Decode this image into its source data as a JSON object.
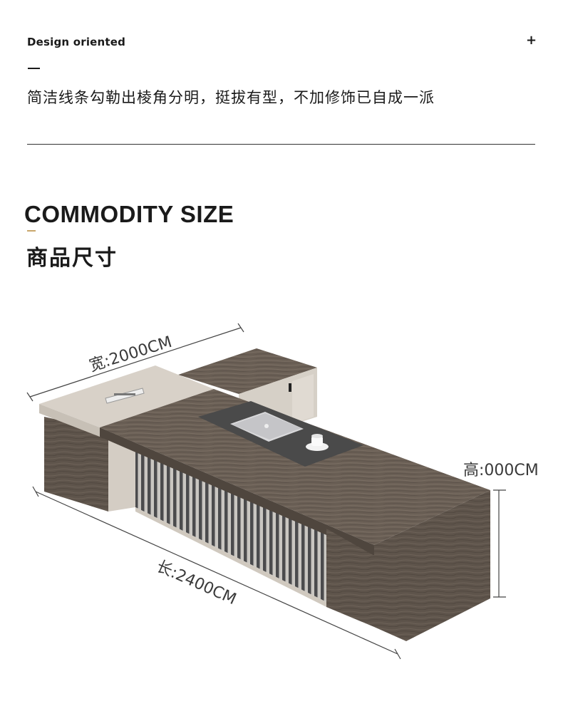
{
  "design": {
    "title": "Design oriented",
    "plus": "+",
    "description": "简洁线条勾勒出棱角分明，挺拔有型，不加修饰已自成一派"
  },
  "size_section": {
    "title": "COMMODITY SIZE",
    "subtitle": "商品尺寸"
  },
  "dimensions": {
    "width_label": "宽:2000CM",
    "height_label": "高:000CM",
    "length_label": "长:2400CM"
  },
  "colors": {
    "accent_gold": "#c9a66b",
    "wood_dark": "#5b5148",
    "wood_top": "#6b6057",
    "panel_grey": "#d8d1c8",
    "mat_dark": "#4a4a4a"
  },
  "icons": [
    "plus-icon",
    "laptop-icon",
    "coffee-cup-icon"
  ]
}
